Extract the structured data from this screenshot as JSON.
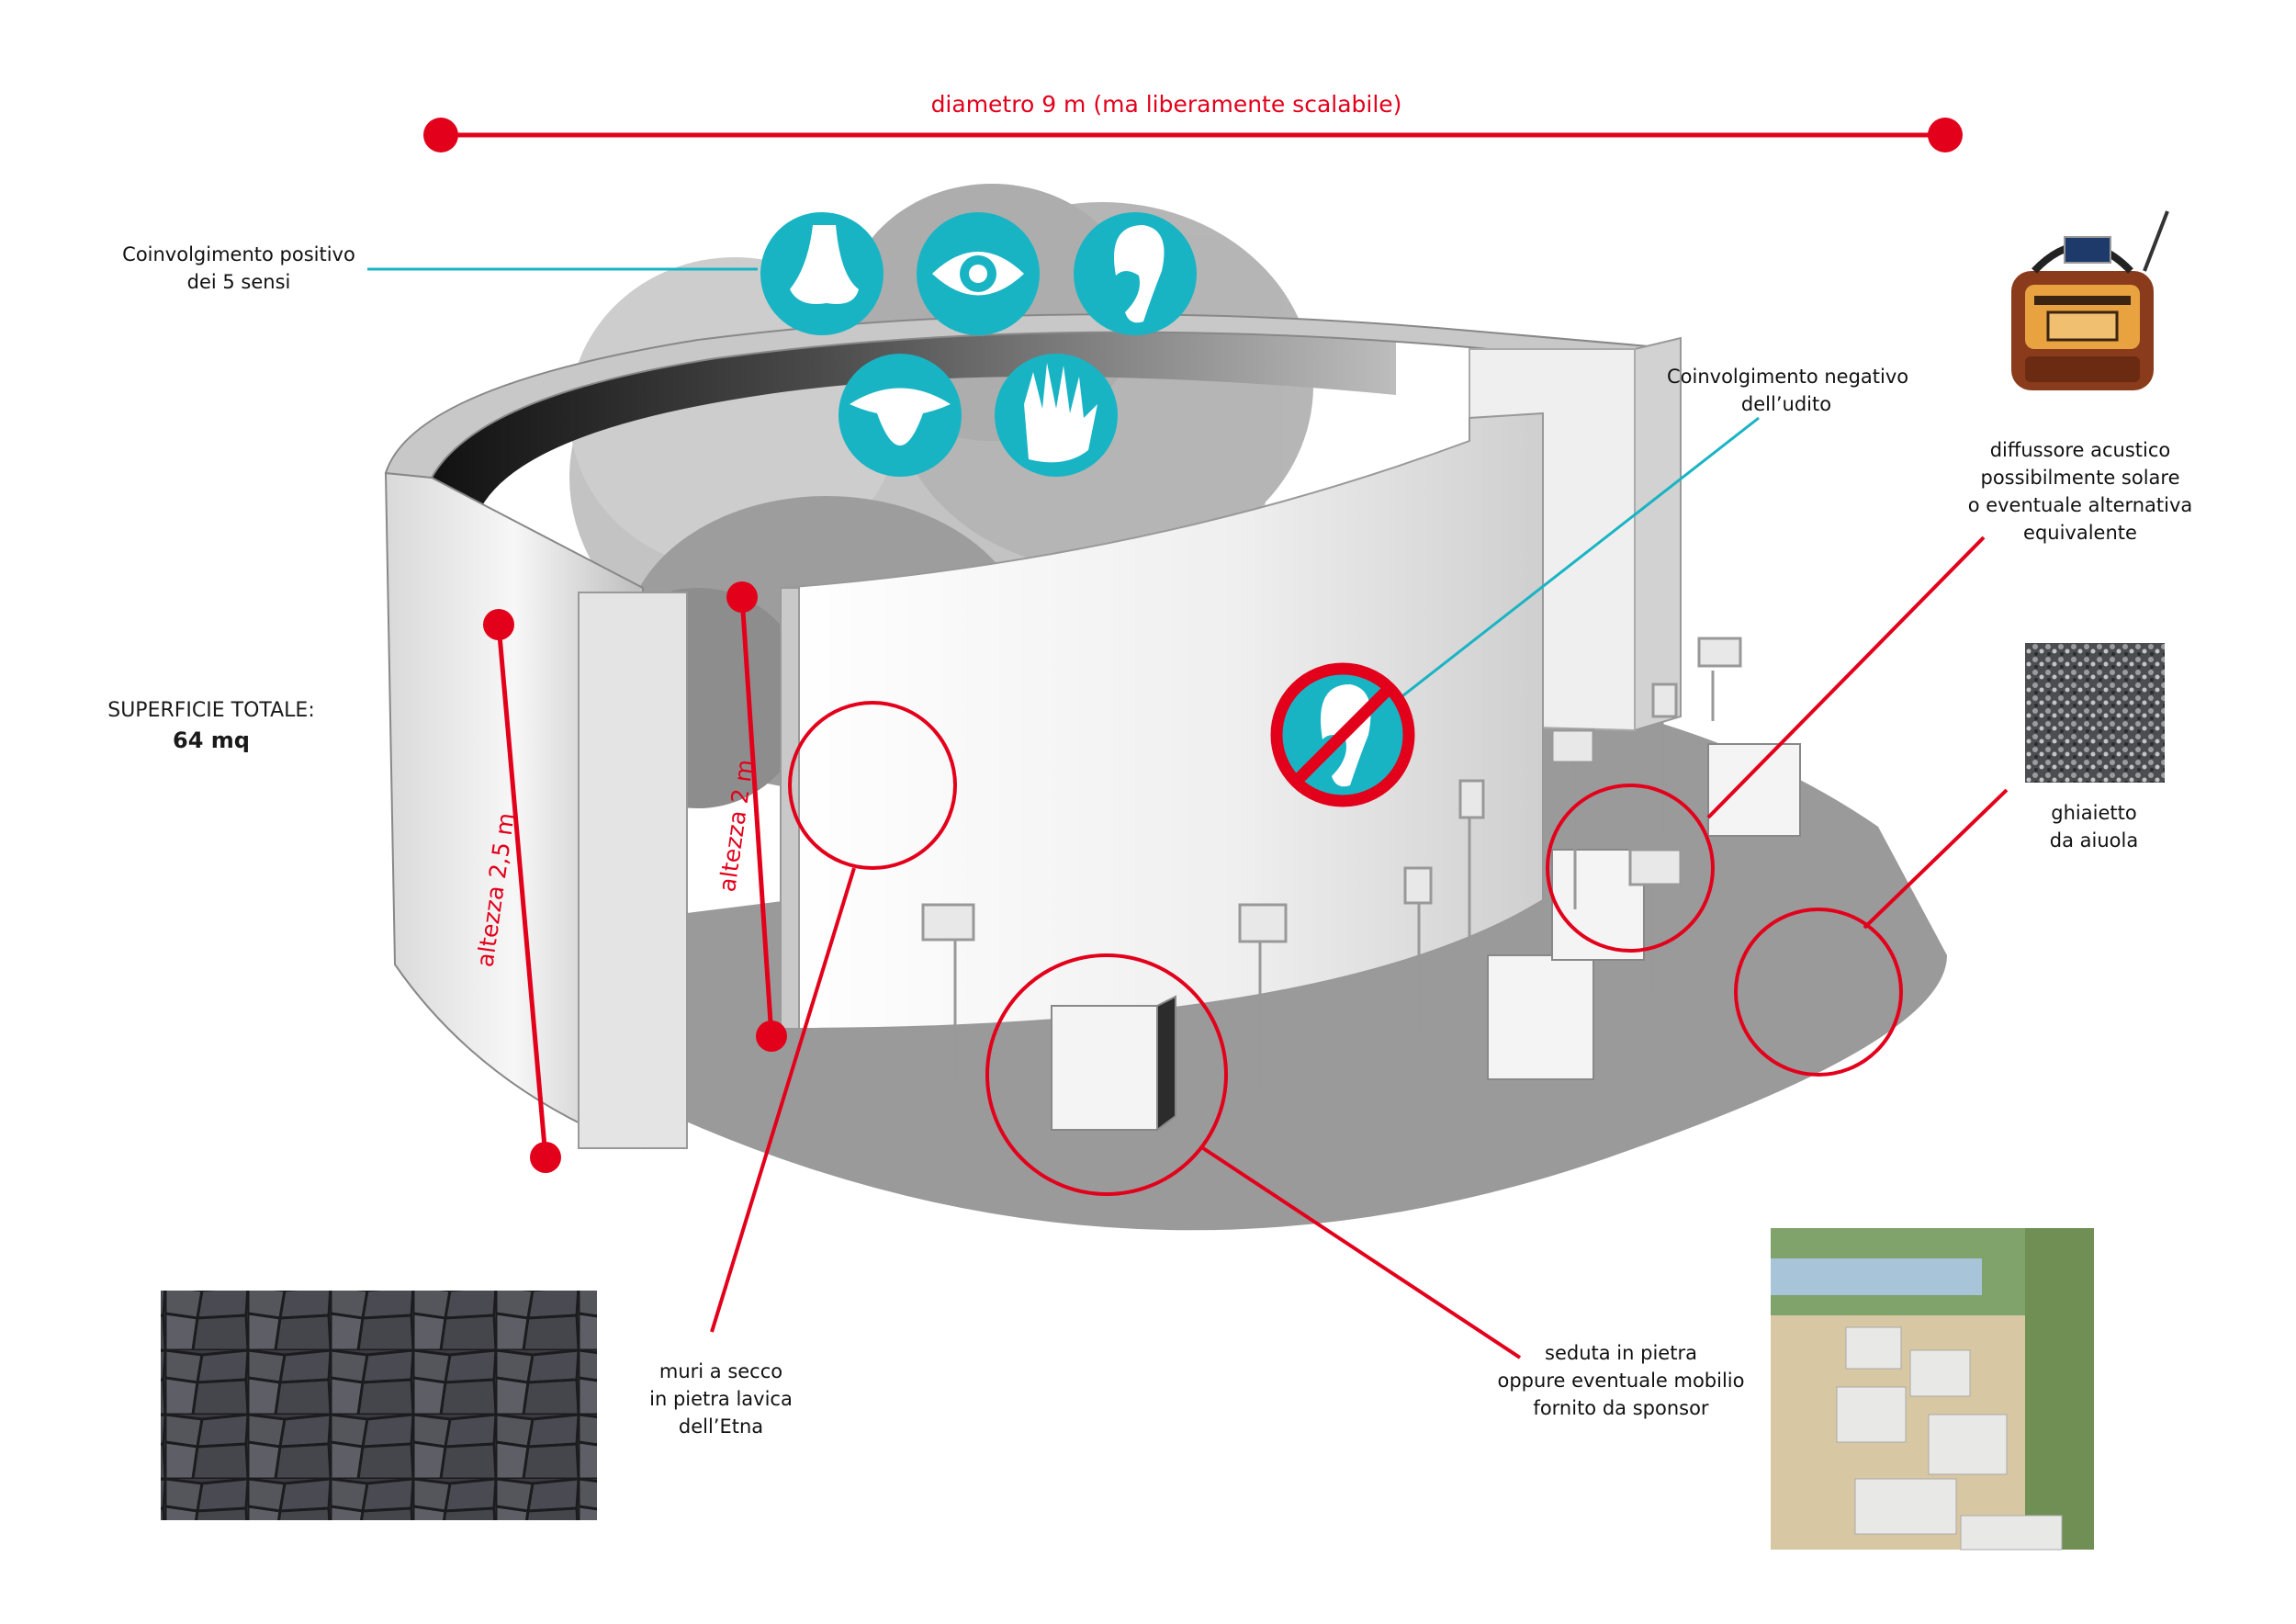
{
  "diameter_label": "diametro 9 m (ma liberamente scalabile)",
  "height_outer_label": "altezza 2,5 m",
  "height_inner_label": "altezza 2 m",
  "total_area": {
    "title": "SUPERFICIE TOTALE:",
    "value": "64 mq"
  },
  "senses": {
    "label_line1": "Coinvolgimento positivo",
    "label_line2": "dei 5 sensi",
    "icons": [
      "nose-icon",
      "eye-icon",
      "ear-icon",
      "tongue-icon",
      "hand-icon"
    ]
  },
  "negative_hearing": {
    "line1": "Coinvolgimento negativo",
    "line2": "dell’udito",
    "icon": "no-ear-icon"
  },
  "speaker": {
    "line1": "diffussore acustico",
    "line2": "possibilmente solare",
    "line3": "o eventuale alternativa",
    "line4": "equivalente"
  },
  "gravel": {
    "line1": "ghiaietto",
    "line2": "da aiuola"
  },
  "walls": {
    "line1": "muri a secco",
    "line2": "in pietra lavica",
    "line3": "dell’Etna"
  },
  "seating": {
    "line1": "seduta in pietra",
    "line2": "oppure eventuale mobilio",
    "line3": "fornito da sponsor"
  },
  "colors": {
    "accent_red": "#e3001b",
    "teal": "#19b4c4",
    "ground": "#9a9a9a"
  }
}
